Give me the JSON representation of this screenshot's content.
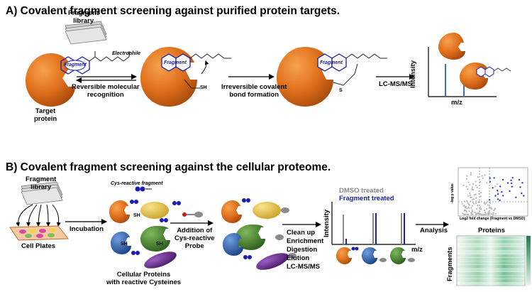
{
  "panel_a": {
    "title": "A) Covalent fragment screening against purified protein targets.",
    "fragment_library": "Fragment\nlibrary",
    "electrophile": "Electrophile",
    "fragment": "Fragment",
    "target_protein": "Target\nprotein",
    "reversible": "Reversible molecular\nrecognition",
    "sh": "SH",
    "s": "S",
    "irreversible": "Irreversible covalent\nbond formation",
    "lcms": "LC-MS/MS",
    "intensity": "Intensity",
    "mz": "m/z"
  },
  "panel_b": {
    "title": "B) Covalent fragment screening against the cellular proteome.",
    "fragment_library": "Fragment\nlibrary",
    "cell_plates": "Cell Plates",
    "incubation": "Incubation",
    "cys_fragment": "Cys-reactive fragment",
    "cellular_proteins": "Cellular Proteins\nwith reactive Cysteines",
    "addition": "Addition of\nCys-reactive\nProbe",
    "workup": "Clean up\nEnrichment\nDigestion\nElution\nLC-MS/MS",
    "dmso": "DMSO treated",
    "fragment_treated": "Fragment treated",
    "intensity": "Intensity",
    "mz": "m/z",
    "analysis": "Analysis",
    "volcano_y": "-log p value",
    "volcano_x": "Log2 fold change (Fragment vs DMSO)",
    "proteins": "Proteins",
    "fragments": "Fragments"
  },
  "colors": {
    "protein_orange": "#e0701c",
    "fragment_blue": "#1c1cb0",
    "spectrum_blue": "#3a6fc4",
    "dmso_gray": "#8a8a8a",
    "protein_yellow": "#e8c23a",
    "protein_green": "#3e7d2a",
    "protein_blue": "#2a5ca8",
    "protein_purple": "#6a2a8c"
  }
}
